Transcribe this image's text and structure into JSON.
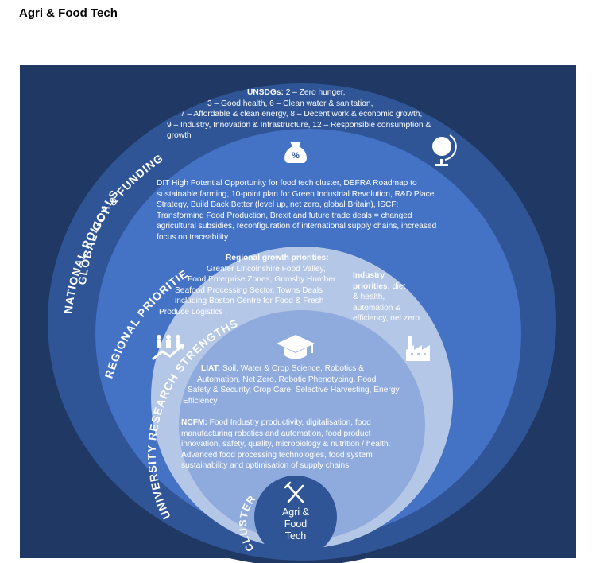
{
  "title": "Agri & Food Tech",
  "colors": {
    "global": "#1f3864",
    "national": "#2f5597",
    "national_inner": "#4472c4",
    "regional": "#b4c7e7",
    "university": "#8faadc",
    "cluster": "#2f5597",
    "text": "#ffffff"
  },
  "rings": {
    "global": "GLOBAL GOALS",
    "national": "NATIONAL POLICY & FUNDING",
    "regional": "REGIONAL PRIORITIES",
    "university": "UNIVERSITY RESEARCH STRENGTHS",
    "cluster": "CLUSTER"
  },
  "unsdgs": {
    "label": "UNSDGs:",
    "lines": [
      " 2 – Zero hunger,",
      "3 – Good health, 6 – Clean water & sanitation,",
      "7 – Affordable & clean energy, 8 – Decent work & economic growth,",
      "9 – Industry, Innovation & Infrastructure, 12 – Responsible consumption &",
      "growth"
    ]
  },
  "national": {
    "lines": [
      "DIT High Potential Opportunity for food tech cluster, DEFRA Roadmap to",
      "sustainable farming, 10-point plan for Green Industrial Revolution, R&D Place",
      "Strategy, Build Back Better (level up, net zero, global Britain), ISCF:",
      "Transforming Food Production, Brexit and future trade deals = changed",
      "agricultural subsidies, reconfiguration of international supply chains, increased",
      "focus on traceability"
    ]
  },
  "regional": {
    "heading": "Regional growth priorities:",
    "lines": [
      "Greater Lincolnshire Food Valley,",
      "Food  Enterprise Zones, Grimsby Humber",
      "Seafood Processing Sector, Towns Deals",
      "including Boston Centre for  Food & Fresh",
      "Produce Logistics ,"
    ]
  },
  "industry": {
    "line1": "Industry",
    "line2_bold": "priorities:",
    "line2_rest": " diet",
    "lines": [
      "& health,",
      "automation &",
      "efficiency, net zero"
    ]
  },
  "liat": {
    "label": "LIAT:",
    "lines": [
      " Soil, Water & Crop Science, Robotics &",
      "Automation, Net Zero, Robotic Phenotyping, Food",
      "Safety & Security, Crop Care, Selective Harvesting, Energy",
      "Efficiency"
    ]
  },
  "ncfm": {
    "label": "NCFM:",
    "lines": [
      " Food Industry productivity, digitalisation, food",
      "manufacturing robotics and automation, food product",
      "innovation, safety, quality, microbiology & nutrition / health.",
      "Advanced food processing technologies, food system",
      "sustainability and optimisation of supply chains"
    ]
  },
  "cluster_center": {
    "lines": [
      "Agri &",
      "Food",
      "Tech"
    ]
  },
  "icons": {
    "money_bag": "money-bag-icon",
    "globe": "globe-icon",
    "graduation_cap": "graduation-cap-icon",
    "factory": "factory-icon",
    "people_growth": "people-growth-icon",
    "fork_knife": "fork-knife-icon"
  }
}
